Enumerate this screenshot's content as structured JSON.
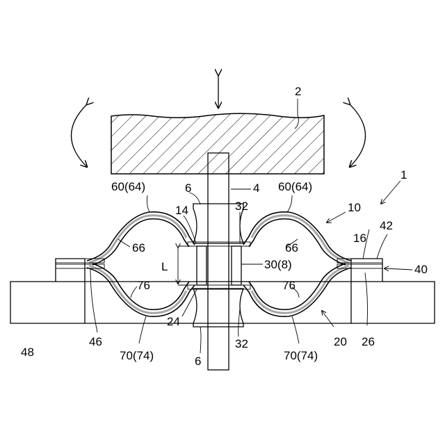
{
  "labels": {
    "l2": "2",
    "l1": "1",
    "l4": "4",
    "l6_top": "6",
    "l60_left": "60(64)",
    "l60_right": "60(64)",
    "l14": "14",
    "l32_top": "32",
    "l10": "10",
    "l42": "42",
    "l16": "16",
    "l66_left": "66",
    "l66_right": "66",
    "lL": "L",
    "l30": "30(8)",
    "l40": "40",
    "l76_left": "76",
    "l76_right": "76",
    "l24": "24",
    "l32_bottom": "32",
    "l48": "48",
    "l46": "46",
    "l70_left": "70(74)",
    "l70_right": "70(74)",
    "l20": "20",
    "l26": "26",
    "l6_bottom": "6"
  },
  "colors": {
    "stroke": "#000000",
    "background": "#ffffff"
  }
}
